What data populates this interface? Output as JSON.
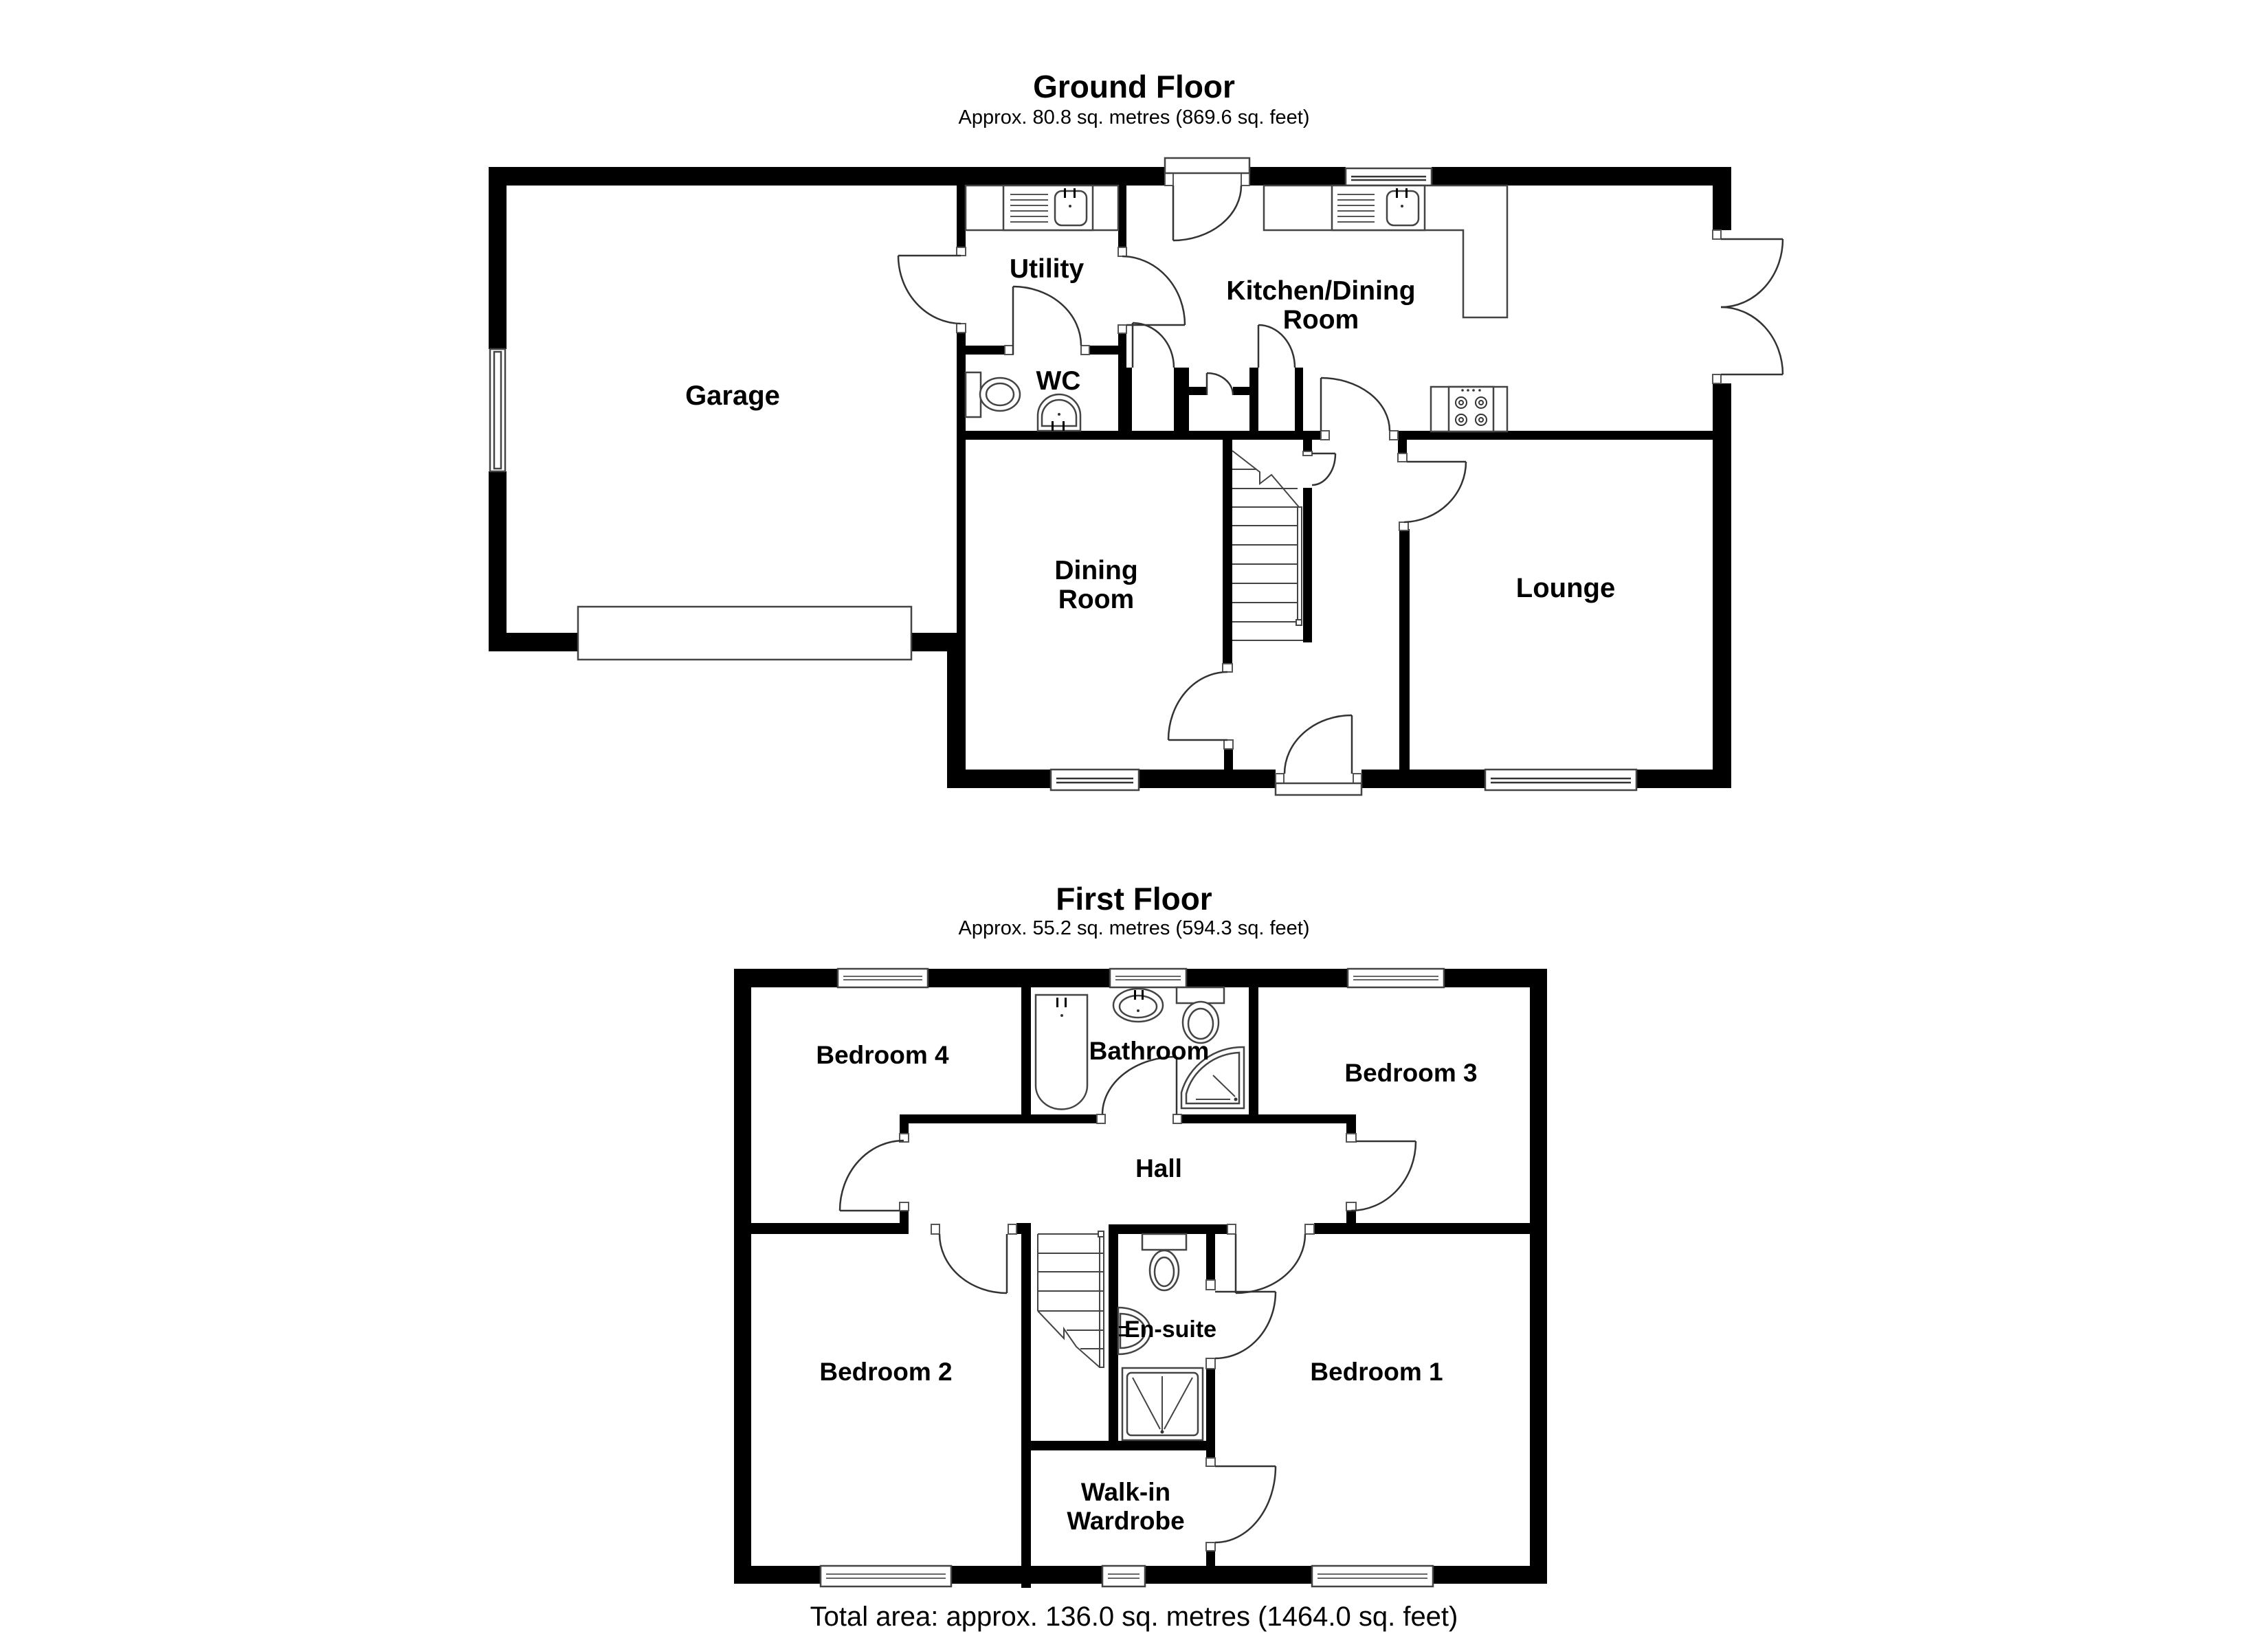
{
  "ground_floor": {
    "title": "Ground Floor",
    "subtitle": "Approx. 80.8 sq. metres (869.6 sq. feet)",
    "rooms": [
      {
        "name": "Garage",
        "label": "Garage"
      },
      {
        "name": "Utility",
        "label": "Utility"
      },
      {
        "name": "WC",
        "label": "WC"
      },
      {
        "name": "Kitchen/Dining Room",
        "label_line1": "Kitchen/Dining",
        "label_line2": "Room"
      },
      {
        "name": "Dining Room",
        "label_line1": "Dining",
        "label_line2": "Room"
      },
      {
        "name": "Lounge",
        "label": "Lounge"
      }
    ],
    "fixtures": [
      "utility-sink",
      "wc-toilet",
      "wc-basin",
      "kitchen-sink",
      "kitchen-hob",
      "garage-door",
      "garage-window",
      "staircase",
      "french-doors",
      "front-door"
    ]
  },
  "first_floor": {
    "title": "First Floor",
    "subtitle": "Approx. 55.2 sq. metres (594.3 sq. feet)",
    "rooms": [
      {
        "name": "Bedroom 4",
        "label": "Bedroom 4"
      },
      {
        "name": "Bathroom",
        "label": "Bathroom"
      },
      {
        "name": "Bedroom 3",
        "label": "Bedroom 3"
      },
      {
        "name": "Hall",
        "label": "Hall"
      },
      {
        "name": "Bedroom 2",
        "label": "Bedroom 2"
      },
      {
        "name": "En-suite",
        "label": "En-suite"
      },
      {
        "name": "Bedroom 1",
        "label": "Bedroom 1"
      },
      {
        "name": "Walk-in Wardrobe",
        "label_line1": "Walk-in",
        "label_line2": "Wardrobe"
      }
    ],
    "fixtures": [
      "bathtub",
      "bathroom-basin",
      "bathroom-toilet",
      "bathroom-shower",
      "ensuite-toilet",
      "ensuite-basin",
      "ensuite-shower",
      "staircase"
    ]
  },
  "footer": {
    "total_area": "Total area: approx. 136.0 sq. metres (1464.0 sq. feet)"
  },
  "colors": {
    "wall": "#000000",
    "fixture_line": "#333333",
    "background": "#ffffff",
    "text": "#000000"
  }
}
